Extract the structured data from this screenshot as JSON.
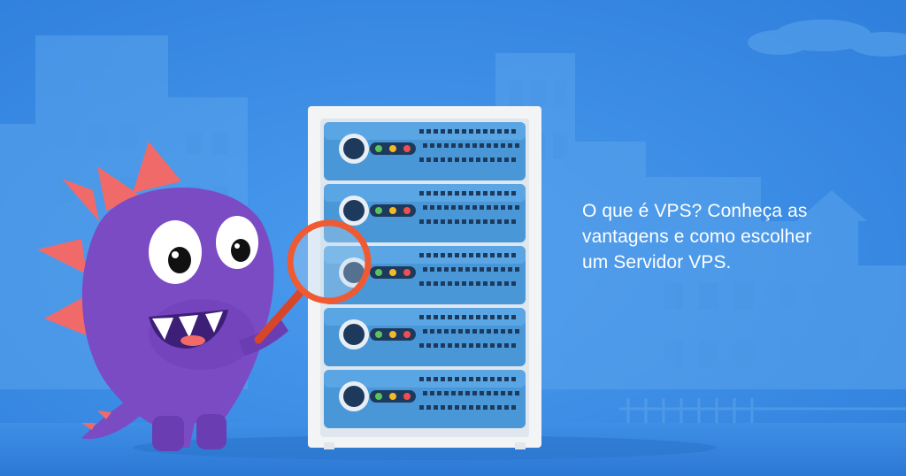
{
  "banner": {
    "headline_lines": [
      "O que é VPS? Conheça as",
      "vantagens e como escolher",
      "um Servidor VPS."
    ]
  },
  "illustration": {
    "background_color": "#3b8ee6",
    "building_color": "#5aa3ec",
    "server_cabinet_color": "#f2f4f6",
    "server_unit_color": "#4a97d8",
    "monster_color": "#7b4bc4",
    "monster_spikes_color": "#f06a6a",
    "magnifier_color": "#ef5a32",
    "led_colors": [
      "#5cc25e",
      "#f4b92a",
      "#ef4f4f"
    ],
    "server_unit_count": 5
  }
}
